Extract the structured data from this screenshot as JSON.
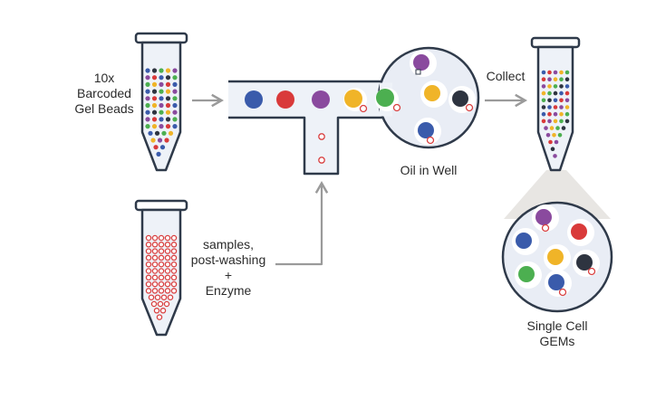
{
  "labels": {
    "beads": [
      "10x",
      "Barcoded",
      "Gel Beads"
    ],
    "sample": [
      "samples,",
      "post-washing",
      "+",
      "Enzyme"
    ],
    "oil_well": "Oil in Well",
    "collect": "Collect",
    "gems": [
      "Single Cell",
      "GEMs"
    ]
  },
  "colors": {
    "outline": "#2f3a4a",
    "tube_fill": "#eef2f8",
    "well_fill": "#e9edf5",
    "arrow": "#9a9a9a",
    "cell": "#d94040",
    "zoom": "#e8e6e3",
    "bead_blue": "#3a5bab",
    "bead_red": "#d93a3a",
    "bead_purple": "#8a4a9e",
    "bead_yellow": "#f0b428",
    "bead_green": "#4caf50",
    "bead_dark": "#2e3440"
  },
  "icons": [
    "bead-tube-icon",
    "sample-tube-icon",
    "output-tube-icon",
    "arrow-icon"
  ]
}
